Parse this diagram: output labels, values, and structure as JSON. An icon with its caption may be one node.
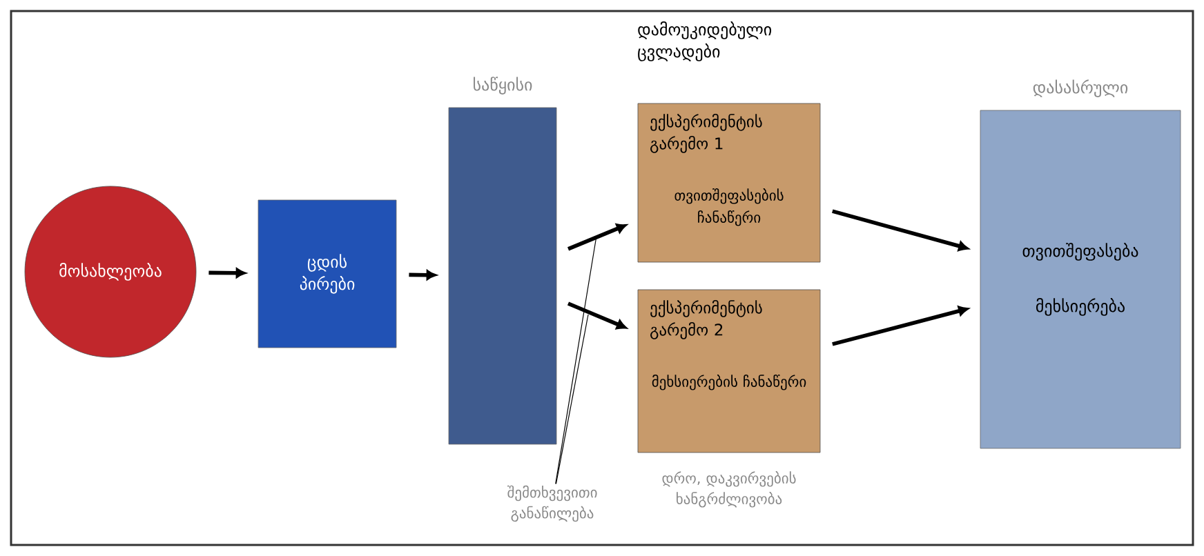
{
  "diagram": {
    "nodes": [
      {
        "text": [
          "მოსახლეობა"
        ]
      },
      {
        "text": [
          "ცდის პირები"
        ]
      },
      {
        "text": [
          "საწყისი"
        ]
      },
      {
        "text": [
          "ექსპერიმენტის გარემო 1",
          "თვითშეფასების ჩანაწერი"
        ]
      },
      {
        "text": [
          "ექსპერიმენტის გარემო 2",
          "მეხსიერების ჩანაწერი"
        ],
        "beside": [
          "დრო, დაკვირვების ხანგრძლივობა"
        ]
      },
      {
        "text": [
          "დასასრული",
          "თვითშეფასება",
          "მეხსიერება"
        ]
      },
      {
        "text": [
          "შემთხვევითი განაწილება"
        ]
      }
    ],
    "edges": [
      {
        "from": 0,
        "to": 1,
        "arrow": "to"
      },
      {
        "from": 1,
        "to": 2,
        "arrow": "to"
      },
      {
        "from": 2,
        "to": 3,
        "arrow": "to"
      },
      {
        "from": 2,
        "to": 4,
        "arrow": "to"
      },
      {
        "from": 3,
        "to": 5,
        "arrow": "to"
      },
      {
        "from": 4,
        "to": 5,
        "arrow": "to"
      },
      {
        "from": 6,
        "to": null,
        "arrow": "none"
      },
      {
        "from": 6,
        "to": null,
        "arrow": "none"
      }
    ],
    "labels": [
      "დამოუკიდებული ცვლადები"
    ]
  }
}
